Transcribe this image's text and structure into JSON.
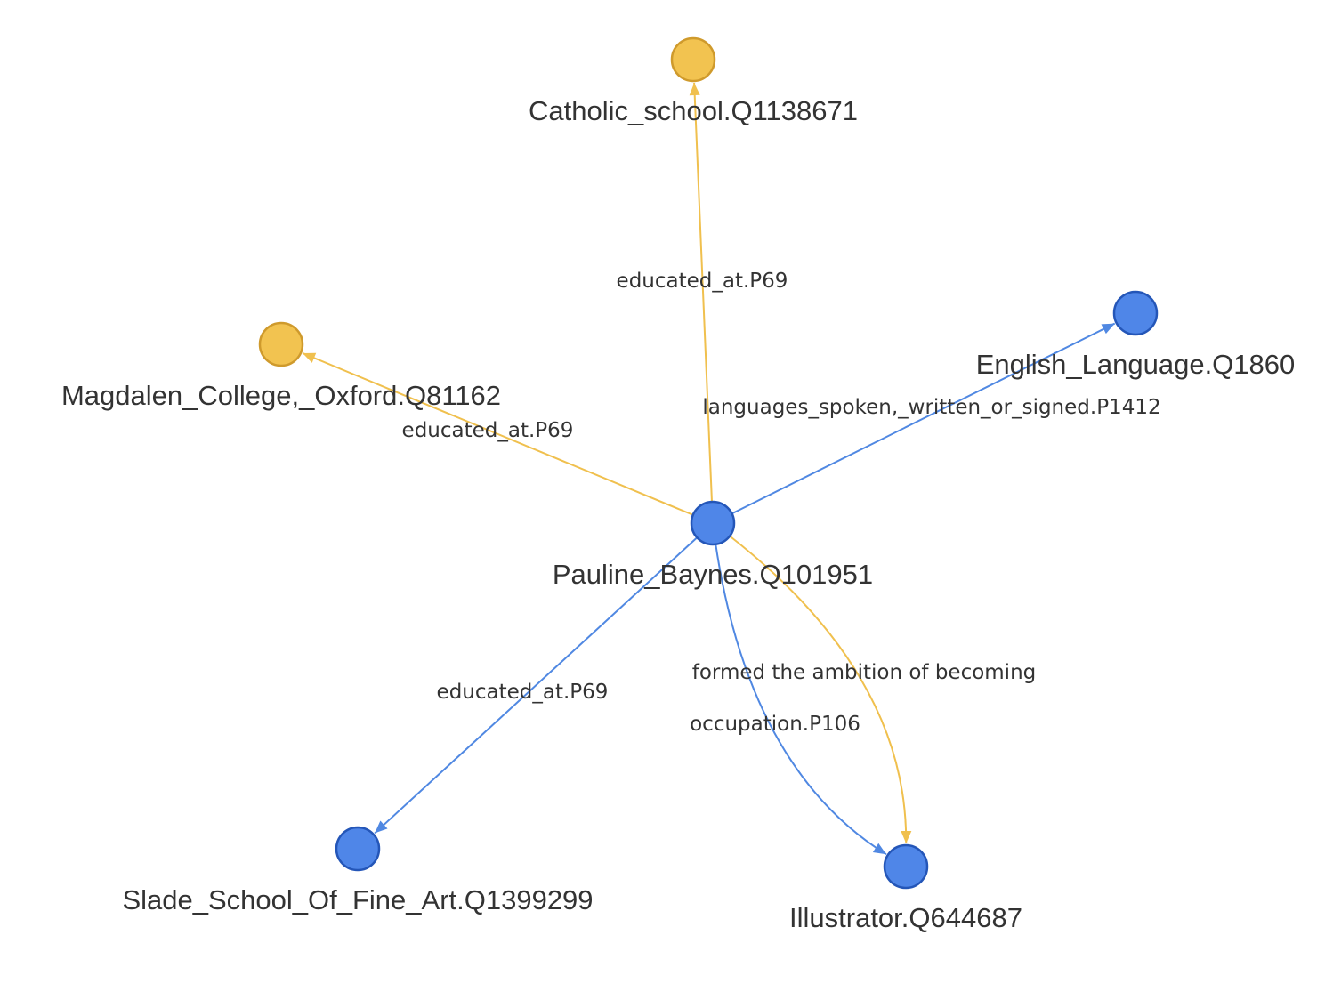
{
  "colors": {
    "blue_fill": "#4f86e8",
    "blue_stroke": "#2456b8",
    "yellow_fill": "#f2c350",
    "yellow_stroke": "#cf9a2c",
    "blue_edge": "#5088e2",
    "yellow_edge": "#f0c04e"
  },
  "nodes": [
    {
      "id": "pauline",
      "label": "Pauline_Baynes.Q101951",
      "color": "blue"
    },
    {
      "id": "catholic",
      "label": "Catholic_school.Q1138671",
      "color": "yellow"
    },
    {
      "id": "magdalen",
      "label": "Magdalen_College,_Oxford.Q81162",
      "color": "yellow"
    },
    {
      "id": "english",
      "label": "English_Language.Q1860",
      "color": "blue"
    },
    {
      "id": "slade",
      "label": "Slade_School_Of_Fine_Art.Q1399299",
      "color": "blue"
    },
    {
      "id": "illustrator",
      "label": "Illustrator.Q644687",
      "color": "blue"
    }
  ],
  "edges": [
    {
      "id": "e-catholic",
      "from": "pauline",
      "to": "catholic",
      "label": "educated_at.P69",
      "color": "yellow"
    },
    {
      "id": "e-magdalen",
      "from": "pauline",
      "to": "magdalen",
      "label": "educated_at.P69",
      "color": "yellow"
    },
    {
      "id": "e-english",
      "from": "pauline",
      "to": "english",
      "label": "languages_spoken,_written_or_signed.P1412",
      "color": "blue"
    },
    {
      "id": "e-slade",
      "from": "pauline",
      "to": "slade",
      "label": "educated_at.P69",
      "color": "blue"
    },
    {
      "id": "e-occupation",
      "from": "pauline",
      "to": "illustrator",
      "label": "occupation.P106",
      "color": "blue"
    },
    {
      "id": "e-ambition",
      "from": "pauline",
      "to": "illustrator",
      "label": "formed the ambition of becoming",
      "color": "yellow"
    }
  ]
}
